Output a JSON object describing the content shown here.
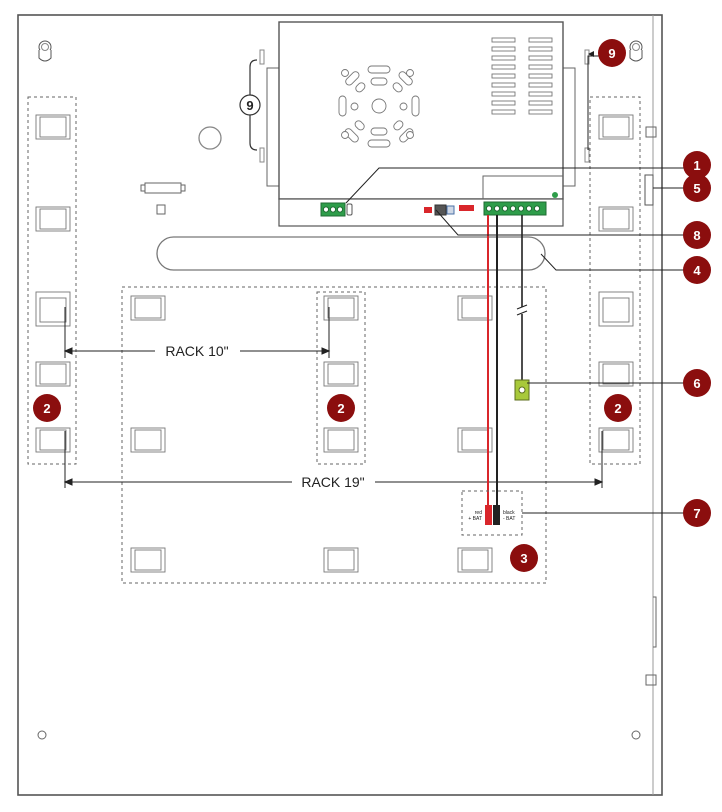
{
  "rack_labels": {
    "rack10": "RACK 10\"",
    "rack19": "RACK 19\""
  },
  "markers": {
    "m1": "1",
    "m2": "2",
    "m3": "3",
    "m4": "4",
    "m5": "5",
    "m6": "6",
    "m7": "7",
    "m8": "8",
    "m9": "9"
  },
  "battery_terminals": {
    "red_line1": "red",
    "red_line2": "+ BAT",
    "black_line1": "black",
    "black_line2": "- BAT"
  },
  "colors": {
    "marker_fill": "#8b0e0e",
    "terminal_green": "#2e9d4a",
    "wire_red": "#d9262b",
    "wire_black": "#222222",
    "sensor_yellow_green": "#a8c93a",
    "outline": "#555555"
  }
}
